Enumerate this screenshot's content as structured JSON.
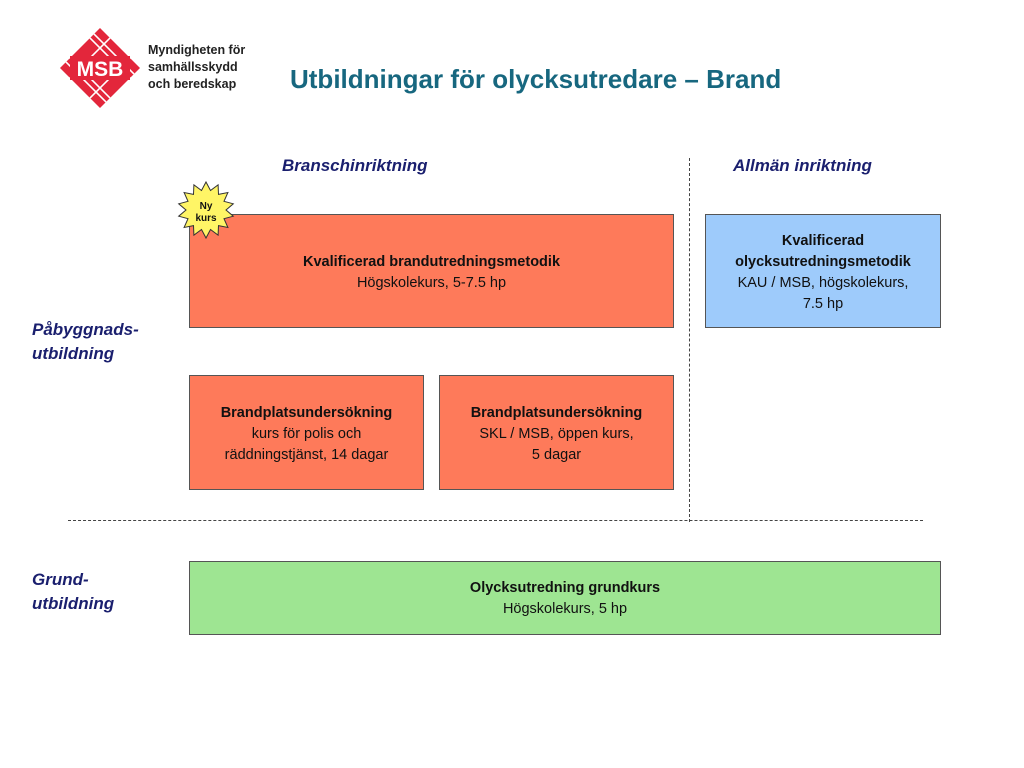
{
  "logo": {
    "mark": "MSB",
    "lines": [
      "Myndigheten för",
      "samhällsskydd",
      "och beredskap"
    ]
  },
  "title": "Utbildningar för olycksutredare – Brand",
  "columns": {
    "left": "Branschinriktning",
    "right": "Allmän inriktning"
  },
  "rows": {
    "advanced": [
      "Påbyggnads-",
      "utbildning"
    ],
    "basic": [
      "Grund-",
      "utbildning"
    ]
  },
  "badge": {
    "lines": [
      "Ny",
      "kurs"
    ],
    "color": "#fff566"
  },
  "boxes": {
    "fire_method": {
      "title": "Kvalificerad brandutredningsmetodik",
      "lines": [
        "Högskolekurs, 5-7.5 hp"
      ]
    },
    "accident_method": {
      "title_lines": [
        "Kvalificerad",
        "olycksutredningsmetodik"
      ],
      "lines": [
        "KAU / MSB, högskolekurs,",
        "7.5 hp"
      ]
    },
    "fire_site_police": {
      "title": "Brandplatsundersökning",
      "lines": [
        "kurs för polis och",
        "räddningstjänst, 14 dagar"
      ]
    },
    "fire_site_skl": {
      "title": "Brandplatsundersökning",
      "lines": [
        "SKL / MSB, öppen kurs,",
        "5 dagar"
      ]
    },
    "basic_course": {
      "title": "Olycksutredning grundkurs",
      "lines": [
        "Högskolekurs, 5 hp"
      ]
    }
  },
  "colors": {
    "title": "#17677f",
    "labels": "#1a1f6e",
    "orange": "#fe7a5a",
    "blue": "#9ecbfb",
    "green": "#9ee592",
    "logo_red": "#e3263b"
  }
}
